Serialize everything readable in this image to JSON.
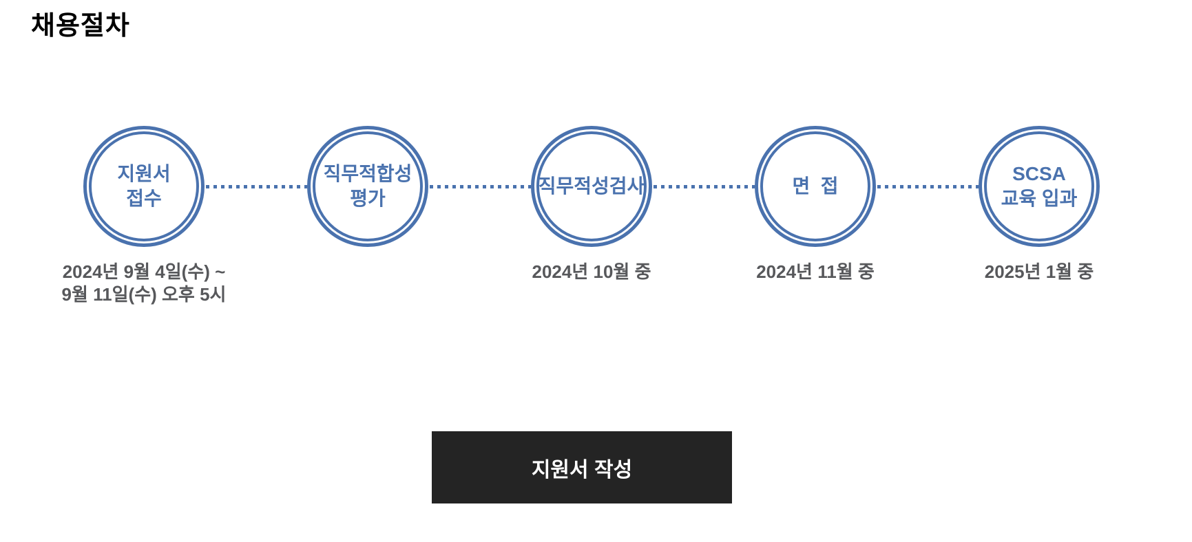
{
  "page": {
    "title": "채용절차",
    "background": "#ffffff"
  },
  "colors": {
    "accent_blue": "#4a72ae",
    "date_gray": "#57585b",
    "button_bg": "#242424",
    "button_text": "#ffffff",
    "title_black": "#000000"
  },
  "process": {
    "steps": [
      {
        "label": "지원서\n접수",
        "date": "2024년 9월 4일(수) ~\n9월 11일(수) 오후 5시"
      },
      {
        "label": "직무적합성\n평가",
        "date": ""
      },
      {
        "label": "직무적성검사",
        "date": "2024년 10월 중"
      },
      {
        "label": "면  접",
        "date": "2024년 11월 중"
      },
      {
        "label": "SCSA\n교육 입과",
        "date": "2025년 1월 중"
      }
    ]
  },
  "cta": {
    "label": "지원서 작성"
  }
}
